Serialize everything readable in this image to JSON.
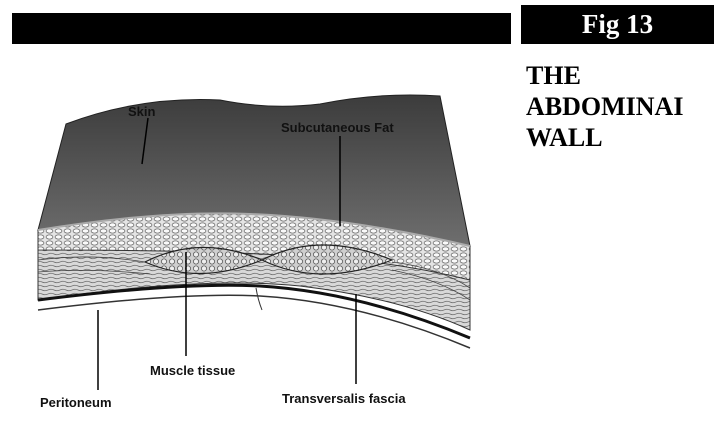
{
  "header": {
    "fig_label": "Fig 13",
    "title_lines": [
      "THE",
      "ABDOMINAI",
      "WALL"
    ]
  },
  "diagram": {
    "labels": {
      "skin": "Skin",
      "subcutaneous_fat": "Subcutaneous Fat",
      "muscle_tissue": "Muscle tissue",
      "peritoneum": "Peritoneum",
      "transversalis_fascia": "Transversalis fascia"
    }
  }
}
